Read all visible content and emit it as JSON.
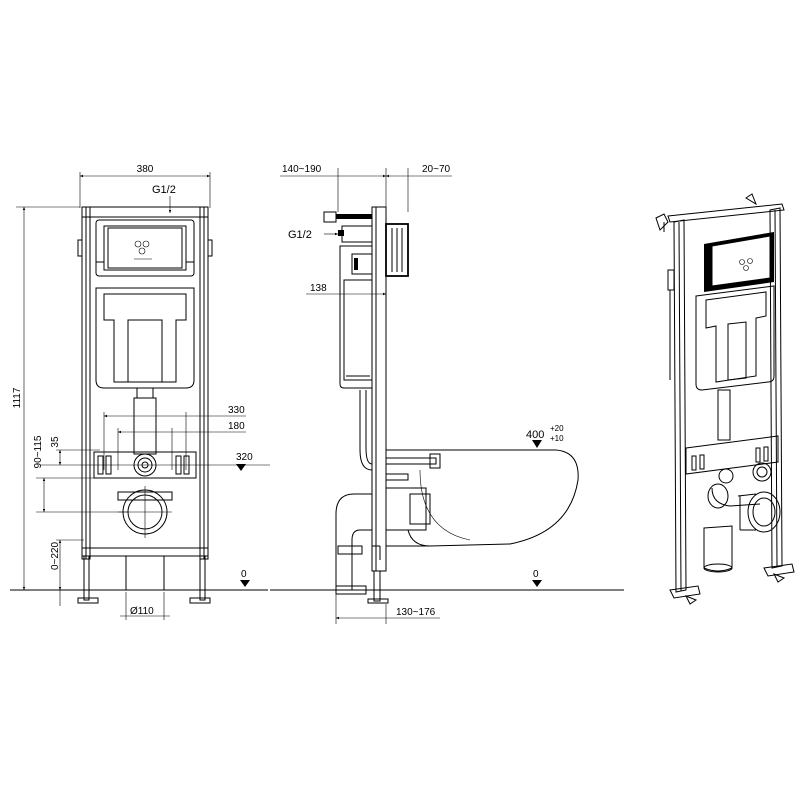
{
  "front_view": {
    "width_dim": "380",
    "inlet_label": "G1/2",
    "height_dim": "1117",
    "dim_330": "330",
    "dim_180": "180",
    "dim_320": "320",
    "dim_35": "35",
    "dim_90_115": "90~115",
    "dim_0_220": "0~220",
    "pipe_dia": "Ø110",
    "floor_level": "0"
  },
  "side_view": {
    "depth_dim": "140~190",
    "wall_dim": "20~70",
    "inlet_label": "G1/2",
    "dim_138": "138",
    "bowl_dim": "400",
    "bowl_tol_plus": "+20",
    "bowl_tol_minus": "+10",
    "floor_level": "0",
    "base_dim": "130~176"
  }
}
